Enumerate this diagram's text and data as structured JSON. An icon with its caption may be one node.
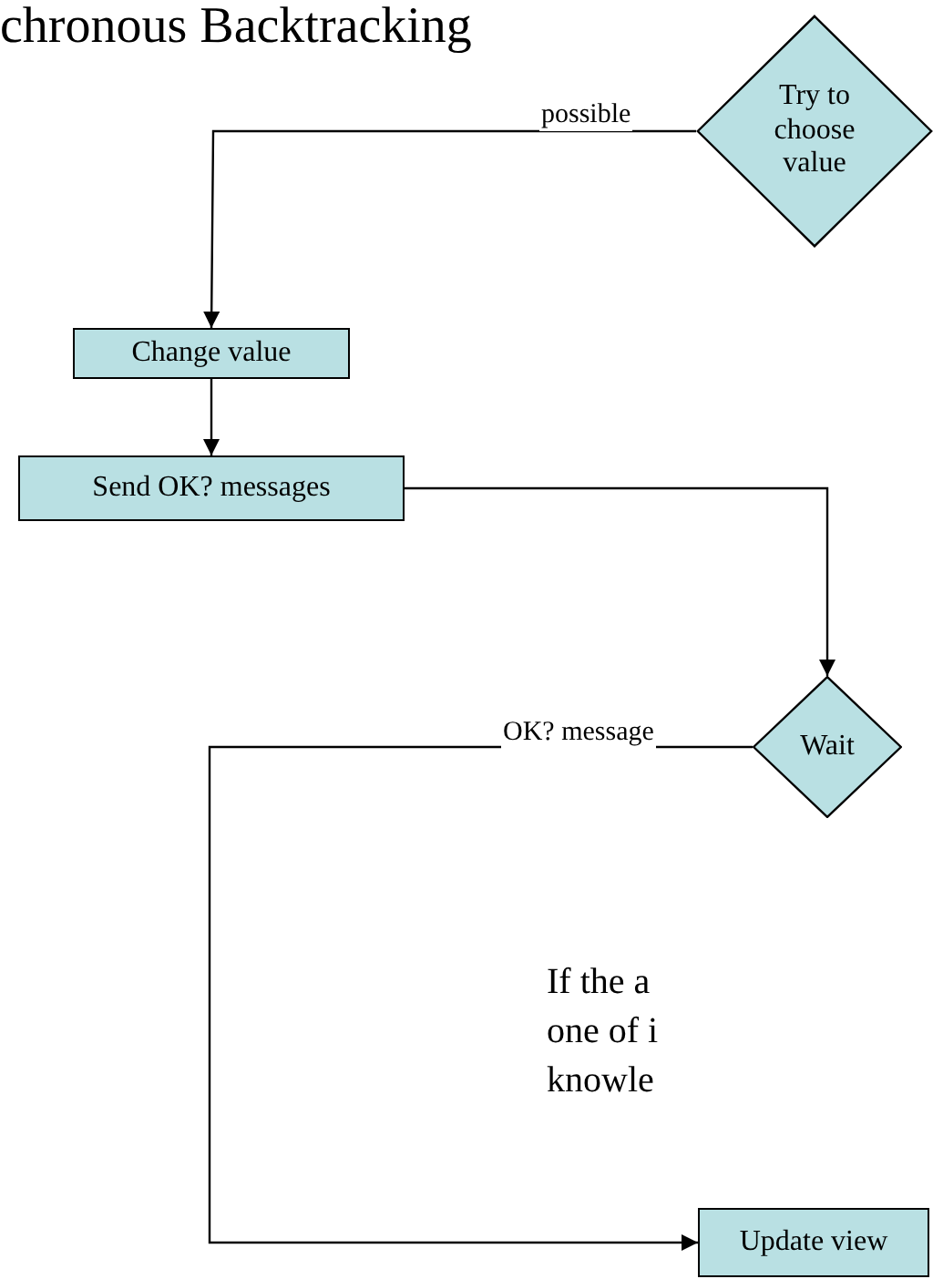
{
  "diagram": {
    "title": "chronous Backtracking",
    "nodes": [
      {
        "text": [
          "Try to choose value"
        ]
      },
      {
        "text": [
          "Change value"
        ]
      },
      {
        "text": [
          "Send OK? messages"
        ]
      },
      {
        "text": [
          "Wait"
        ]
      },
      {
        "text": [
          "Update view"
        ]
      }
    ],
    "edges": [
      {
        "from": 0,
        "to": 1,
        "arrow": "to",
        "label": "possible"
      },
      {
        "from": 1,
        "to": 2,
        "arrow": "to"
      },
      {
        "from": 2,
        "to": 3,
        "arrow": "to"
      },
      {
        "from": 3,
        "to": 4,
        "arrow": "to",
        "label": "OK? message"
      }
    ],
    "labels": [
      "If the a",
      "one of i",
      "knowle"
    ]
  }
}
